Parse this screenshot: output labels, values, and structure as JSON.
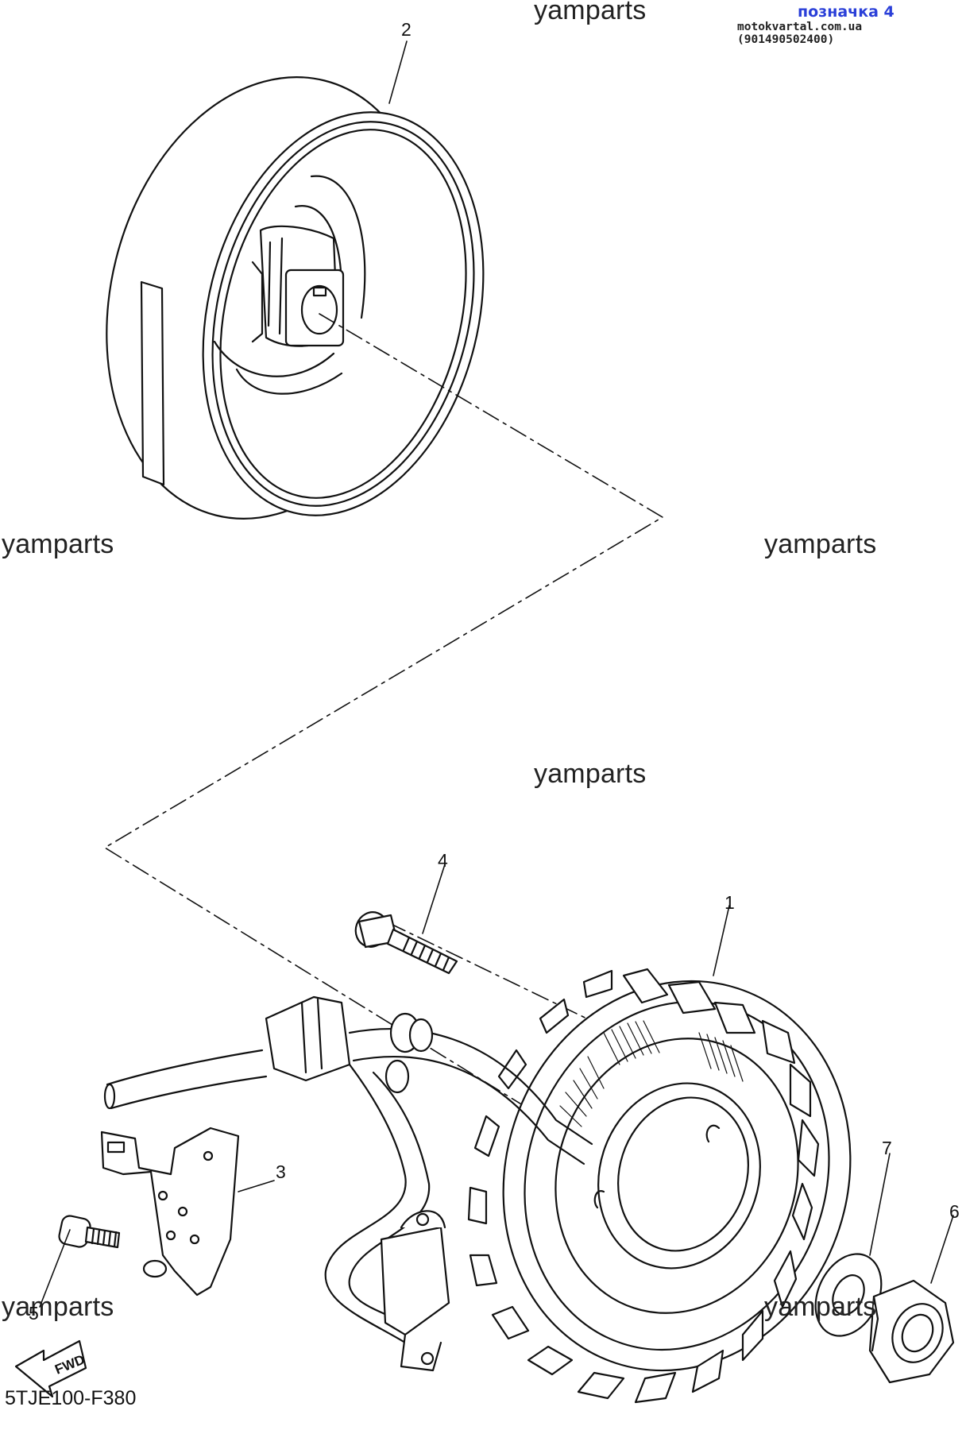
{
  "header": {
    "badge_title": "позначка 4",
    "badge_subtitle": "motokvartal.com.ua (901490502400)"
  },
  "watermark": "yamparts",
  "callouts": [
    "1",
    "2",
    "3",
    "4",
    "5",
    "6",
    "7"
  ],
  "fwd_label": "FWD",
  "diagram_code": "5TJE100-F380"
}
